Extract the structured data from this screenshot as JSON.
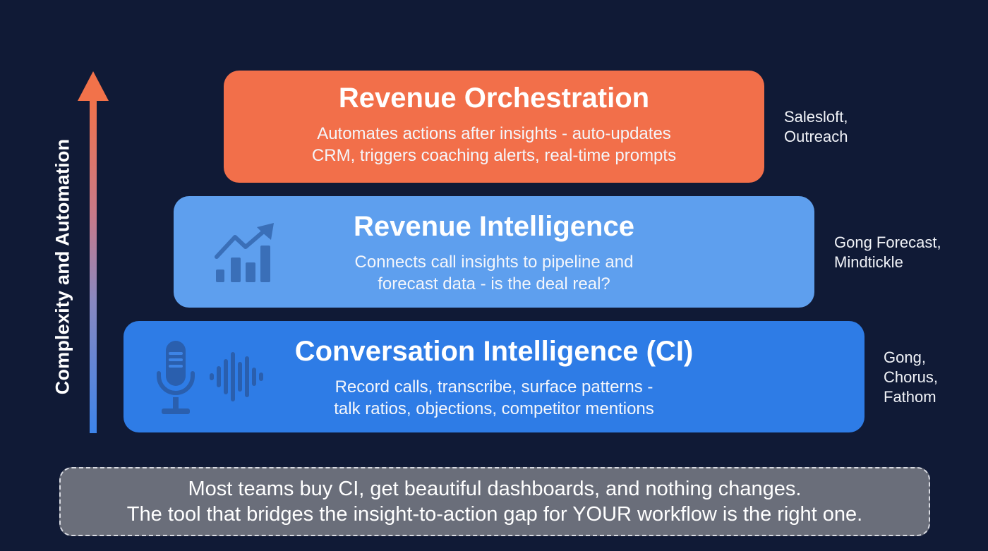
{
  "axis": {
    "label": "Complexity and Automation",
    "gradient_top": "#f2724a",
    "gradient_bottom": "#3d84ea"
  },
  "tiers": [
    {
      "title": "Revenue Orchestration",
      "description_lines": [
        "Automates actions after insights - auto-updates",
        "CRM, triggers coaching alerts, real-time prompts"
      ],
      "vendors": "Salesloft,\nOutreach",
      "color": "#f26f4a",
      "icon": "none"
    },
    {
      "title": "Revenue Intelligence",
      "description_lines": [
        "Connects call insights to pipeline and",
        "forecast data - is the deal real?"
      ],
      "vendors": "Gong Forecast,\nMindtickle",
      "color": "#5e9fee",
      "icon": "trending-bar-chart-icon"
    },
    {
      "title": "Conversation Intelligence (CI)",
      "description_lines": [
        "Record calls, transcribe, surface patterns -",
        "talk ratios, objections, competitor mentions"
      ],
      "vendors": "Gong,\nChorus,\nFathom",
      "color": "#2e7ce6",
      "icon": "microphone-soundwave-icon"
    }
  ],
  "note": {
    "lines": [
      "Most teams buy CI, get beautiful dashboards, and nothing changes.",
      "The tool that bridges the insight-to-action gap for YOUR workflow is the right one."
    ]
  },
  "colors": {
    "background": "#101a36",
    "icon_tint": "#2f64a8",
    "note_background": "#6a6e7a"
  }
}
